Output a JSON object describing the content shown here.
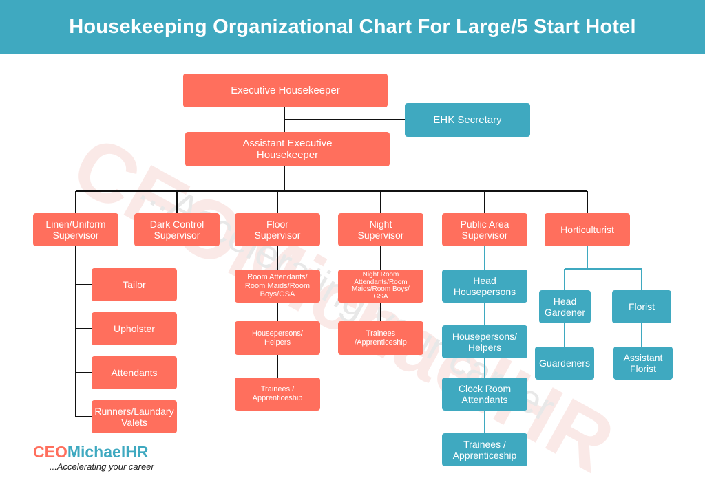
{
  "header": {
    "title": "Housekeeping Organizational Chart For Large/5 Start Hotel"
  },
  "watermark": {
    "main": "CEOMichaelHR",
    "sub": "...Accelerating your career"
  },
  "colors": {
    "header": "#3fa9c0",
    "red": "#ff6f5d",
    "teal": "#3fa9c0"
  },
  "chart": {
    "executive": "Executive Housekeeper",
    "secretary": "EHK Secretary",
    "assistant": "Assistant Executive Housekeeper",
    "supervisors": {
      "linen": "Linen/Uniform Supervisor",
      "dark_control": "Dark Control Supervisor",
      "floor": "Floor Supervisor",
      "night": "Night Supervisor",
      "public_area": "Public Area Supervisor",
      "horticulturist": "Horticulturist"
    },
    "linen_staff": [
      "Tailor",
      "Upholster",
      "Attendants",
      "Runners/Laundary Valets"
    ],
    "floor_staff": [
      "Room Attendants/ Room Maids/Room Boys/GSA",
      "Housepersons/ Helpers",
      "Trainees / Apprenticeship"
    ],
    "night_staff": [
      "Night Room Attendants/Room Maids/Room Boys/ GSA",
      "Trainees /Apprenticeship"
    ],
    "public_staff": [
      "Head Housepersons",
      "Housepersons/ Helpers",
      "Clock Room Attendants",
      "Trainees / Apprenticeship"
    ],
    "horticulture_staff": {
      "head_gardener": "Head Gardener",
      "florist": "Florist",
      "gardeners": "Guardeners",
      "assistant_florist": "Assistant Florist"
    }
  },
  "logo": {
    "ceo": "CEO",
    "name": "MichaelHR",
    "tagline": "...Accelerating your career"
  }
}
